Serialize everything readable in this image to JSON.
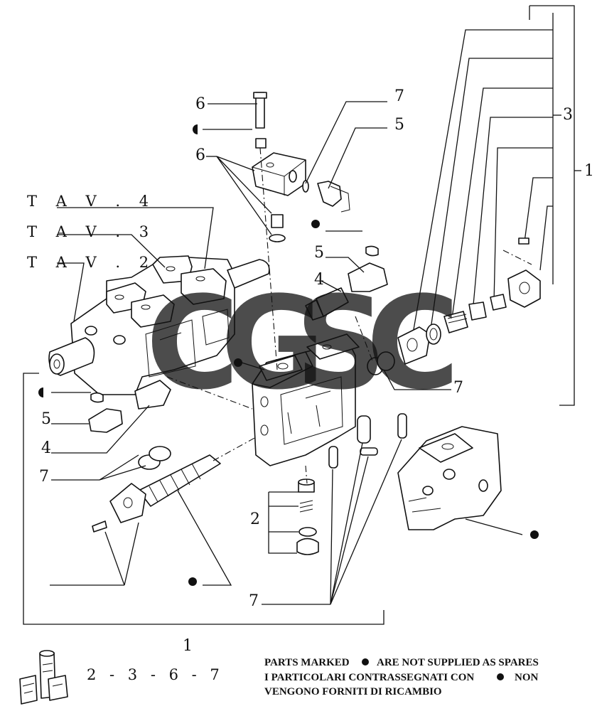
{
  "callouts": {
    "c1_right": "1",
    "c1_bottom": "1",
    "c2": "2",
    "c3": "3",
    "c4_left": "4",
    "c4_mid": "4",
    "c5_left": "5",
    "c5_mid": "5",
    "c5_top": "5",
    "c6_top": "6",
    "c6_mid": "6",
    "c7_top": "7",
    "c7_right": "7",
    "c7_left": "7",
    "c7_bottom": "7"
  },
  "tav": [
    "T A V . 4",
    "T A V . 3",
    "T A V . 2"
  ],
  "kit_code": "2 - 3 - 6 - 7",
  "notes": {
    "en_prefix": "PARTS MARKED",
    "en_suffix": "ARE NOT SUPPLIED AS SPARES",
    "it_line1_prefix": "I PARTICOLARI CONTRASSEGNATI CON",
    "it_line1_suffix": "NON",
    "it_line2": "VENGONO FORNITI DI RICAMBIO"
  },
  "watermark": {
    "letters": [
      "C",
      "G",
      "S",
      "C"
    ],
    "colors": [
      "#5b8ff0",
      "#f08a80",
      "#f7d45a",
      "#3fae7a"
    ]
  }
}
